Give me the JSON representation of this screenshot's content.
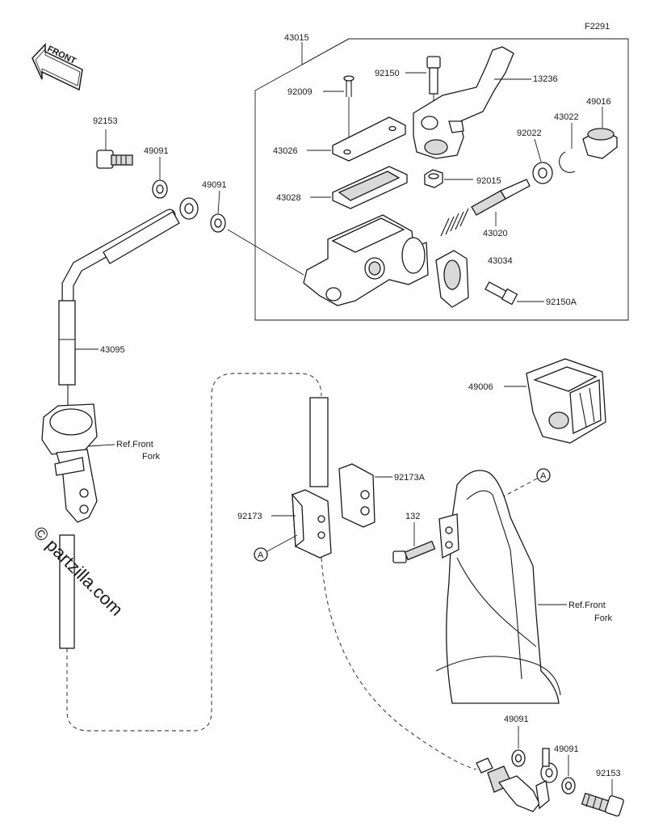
{
  "figure_code": "F2291",
  "front_label": "FRONT",
  "watermark": "© partzilla.com",
  "parts": {
    "p43015": "43015",
    "p92009": "92009",
    "p92150": "92150",
    "p13236": "13236",
    "p43026": "43026",
    "p43022": "43022",
    "p49016": "49016",
    "p92022": "92022",
    "p43028": "43028",
    "p92015": "92015",
    "p43020": "43020",
    "p43034": "43034",
    "p92150A": "92150A",
    "p92153_top": "92153",
    "p49091_a": "49091",
    "p49091_b": "49091",
    "p43095": "43095",
    "p49006": "49006",
    "p92173A": "92173A",
    "p92173": "92173",
    "p132": "132",
    "p49091_c": "49091",
    "p49091_d": "49091",
    "p92153_bot": "92153"
  },
  "refs": {
    "front_fork_1_line1": "Ref.Front",
    "front_fork_1_line2": "Fork",
    "front_fork_2_line1": "Ref.Front",
    "front_fork_2_line2": "Fork",
    "marker_a": "A"
  }
}
